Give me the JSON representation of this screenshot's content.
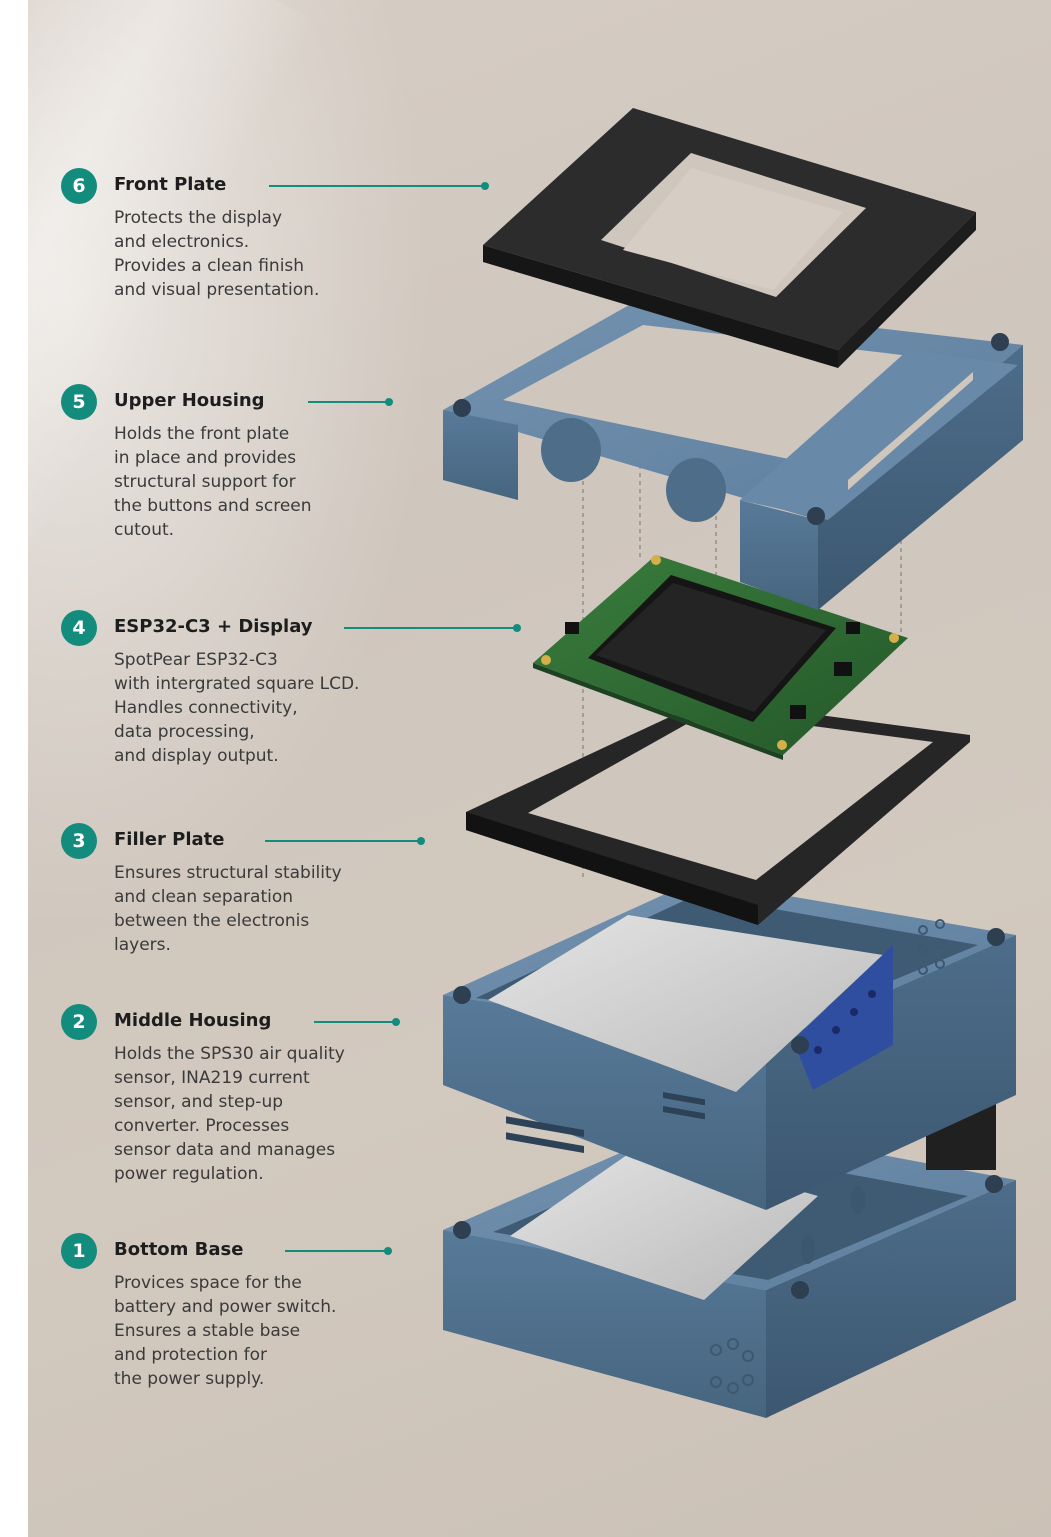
{
  "colors": {
    "accent": "#138b7d",
    "housing": "#5c7d9c",
    "plate": "#2a2a2a",
    "pcb": "#2f6b34"
  },
  "layers": [
    {
      "number": "6",
      "title": "Front Plate",
      "lines": [
        "Protects the display",
        "and electronics.",
        "Provides a clean finish",
        "and visual presentation."
      ]
    },
    {
      "number": "5",
      "title": "Upper Housing",
      "lines": [
        "Holds the front plate",
        "in place and provides",
        "structural support for",
        "the buttons and screen",
        "cutout."
      ]
    },
    {
      "number": "4",
      "title": "ESP32-C3 + Display",
      "lines": [
        "SpotPear ESP32-C3",
        "with intergrated square LCD.",
        "Handles connectivity,",
        "data processing,",
        "and display output."
      ]
    },
    {
      "number": "3",
      "title": "Filler Plate",
      "lines": [
        "Ensures structural stability",
        "and clean separation",
        "between the electronis",
        "layers."
      ]
    },
    {
      "number": "2",
      "title": "Middle Housing",
      "lines": [
        "Holds the SPS30 air quality",
        "sensor, INA219 current",
        "sensor, and step-up",
        "converter. Processes",
        "sensor data and manages",
        "power regulation."
      ]
    },
    {
      "number": "1",
      "title": "Bottom Base",
      "lines": [
        "Provices space for the",
        "battery and power switch.",
        "Ensures a stable base",
        "and protection for",
        "the power supply."
      ]
    }
  ]
}
